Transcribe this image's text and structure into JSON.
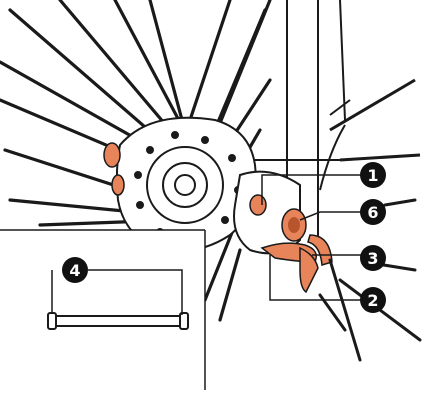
{
  "callouts": [
    {
      "label": "1"
    },
    {
      "label": "6"
    },
    {
      "label": "3"
    },
    {
      "label": "2"
    },
    {
      "label": "4"
    }
  ],
  "colors": {
    "line": "#1a1a1a",
    "part_fill": "#e8845a",
    "part_dark": "#b9552c",
    "callout_bg": "#111111",
    "callout_text": "#ffffff",
    "background": "#ffffff"
  }
}
